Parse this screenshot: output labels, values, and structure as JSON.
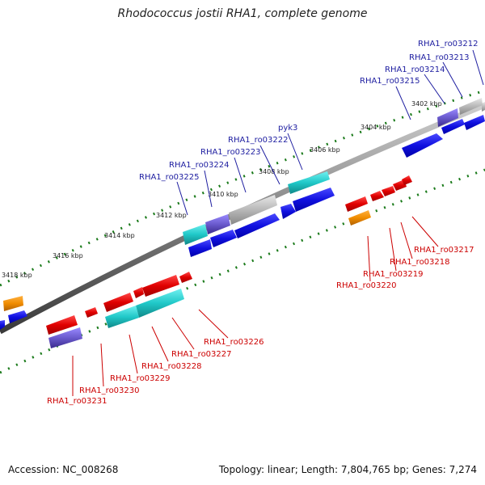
{
  "title": "Rhodococcus jostii RHA1, complete genome",
  "footer": {
    "accession": "Accession: NC_008268",
    "summary": "Topology: linear; Length: 7,804,765 bp; Genes: 7,274"
  },
  "scale_labels": [
    "3402 kbp",
    "3404 kbp",
    "3406 kbp",
    "3408 kbp",
    "3410 kbp",
    "3412 kbp",
    "3414 kbp",
    "3416 kbp",
    "3418 kbp"
  ],
  "forward_gene_labels": [
    "RHA1_ro03212",
    "RHA1_ro03213",
    "RHA1_ro03214",
    "RHA1_ro03215",
    "pyk3",
    "RHA1_ro03222",
    "RHA1_ro03223",
    "RHA1_ro03224",
    "RHA1_ro03225"
  ],
  "reverse_gene_labels": [
    "RHA1_ro03217",
    "RHA1_ro03218",
    "RHA1_ro03219",
    "RHA1_ro03220",
    "RHA1_ro03226",
    "RHA1_ro03227",
    "RHA1_ro03228",
    "RHA1_ro03229",
    "RHA1_ro03230",
    "RHA1_ro03231"
  ],
  "colors": {
    "forward_label": "#1d1da0",
    "reverse_label": "#cc0000",
    "cds_blue": "#1010e0",
    "cds_red": "#e00000",
    "cds_cyan": "#20c8c8",
    "cds_purple": "#6a5acd",
    "cds_gray": "#b8b8b8",
    "cds_orange": "#f08c00",
    "backbone": "#808080",
    "dots": "#1a7a1a"
  }
}
